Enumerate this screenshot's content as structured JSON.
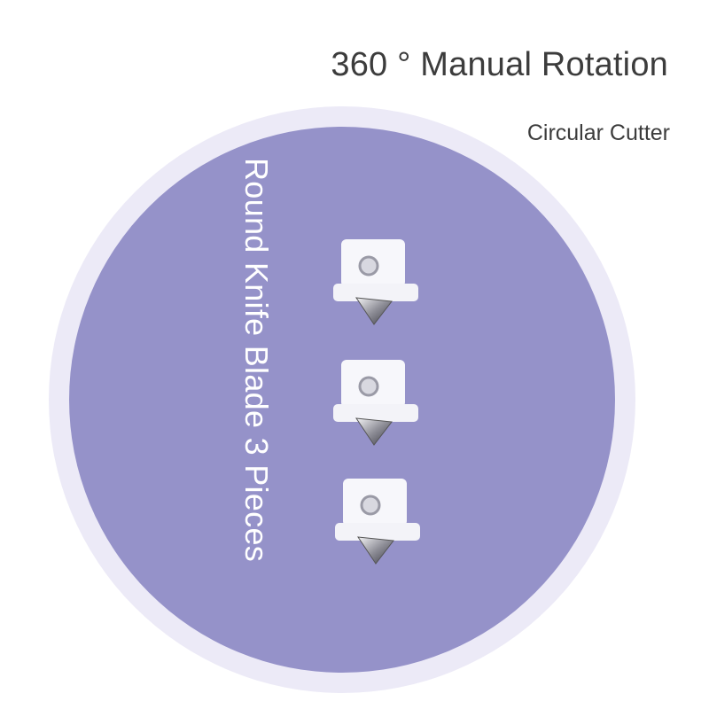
{
  "header": {
    "title": "360 ° Manual Rotation",
    "subtitle": "Circular Cutter"
  },
  "product": {
    "vertical_label": "Round Knife Blade 3 Pieces",
    "blades": [
      {
        "name": "blade-1"
      },
      {
        "name": "blade-2"
      },
      {
        "name": "blade-3"
      }
    ]
  },
  "colors": {
    "disc": "#9592c9",
    "halo": "#eceaf7",
    "text_dark": "#3c3c3c",
    "text_light": "#ffffff"
  }
}
